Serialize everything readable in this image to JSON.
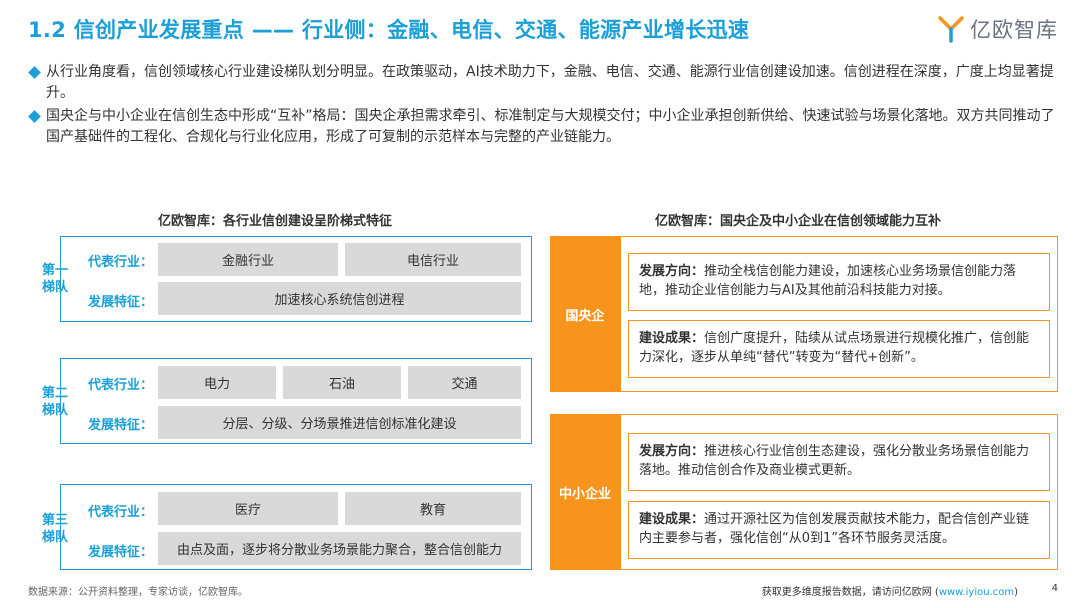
{
  "header": {
    "title": "1.2 信创产业发展重点 —— 行业侧：金融、电信、交通、能源产业增长迅速",
    "logo_text": "亿欧智库",
    "brand_color": "#1a9fd6"
  },
  "bullets": [
    "从行业角度看，信创领域核心行业建设梯队划分明显。在政策驱动，AI技术助力下，金融、电信、交通、能源行业信创建设加速。信创进程在深度，广度上均显著提升。",
    "国央企与中小企业在信创生态中形成“互补”格局：国央企承担需求牵引、标准制定与大规模交付；中小企业承担创新供给、快速试验与场景化落地。双方共同推动了国产基础件的工程化、合规化与行业化应用，形成了可复制的示范样本与完整的产业链能力。"
  ],
  "left_panel": {
    "title": "亿欧智库：各行业信创建设呈阶梯式特征",
    "row_label_industry": "代表行业：",
    "row_label_feature": "发展特征：",
    "tiers": [
      {
        "label": "第一梯队",
        "industries": [
          "金融行业",
          "电信行业"
        ],
        "feature": "加速核心系统信创进程"
      },
      {
        "label": "第二梯队",
        "industries": [
          "电力",
          "石油",
          "交通"
        ],
        "feature": "分层、分级、分场景推进信创标准化建设"
      },
      {
        "label": "第三梯队",
        "industries": [
          "医疗",
          "教育"
        ],
        "feature": "由点及面，逐步将分散业务场景能力聚合，整合信创能力"
      }
    ]
  },
  "right_panel": {
    "title": "亿欧智库：国央企及中小企业在信创领域能力互补",
    "accent_color": "#f7941d",
    "groups": [
      {
        "label": "国央企",
        "items": [
          {
            "head": "发展方向：",
            "text": "推动全栈信创能力建设，加速核心业务场景信创能力落地，推动企业信创能力与AI及其他前沿科技能力对接。"
          },
          {
            "head": "建设成果：",
            "text": "信创广度提升，陆续从试点场景进行规模化推广，信创能力深化，逐步从单纯“替代”转变为“替代+创新”。"
          }
        ]
      },
      {
        "label": "中小企业",
        "items": [
          {
            "head": "发展方向：",
            "text": "推进核心行业信创生态建设，强化分散业务场景信创能力落地。推动信创合作及商业模式更新。"
          },
          {
            "head": "建设成果：",
            "text": "通过开源社区为信创发展贡献技术能力，配合信创产业链内主要参与者，强化信创“从0到1”各环节服务灵活度。"
          }
        ]
      }
    ]
  },
  "footer": {
    "source": "数据来源：公开资料整理，专家访谈，亿欧智库。",
    "more_text": "获取更多维度报告数据，请访问亿欧网 (",
    "link": "www.iyiou.com",
    "more_close": ")",
    "page": "4"
  }
}
